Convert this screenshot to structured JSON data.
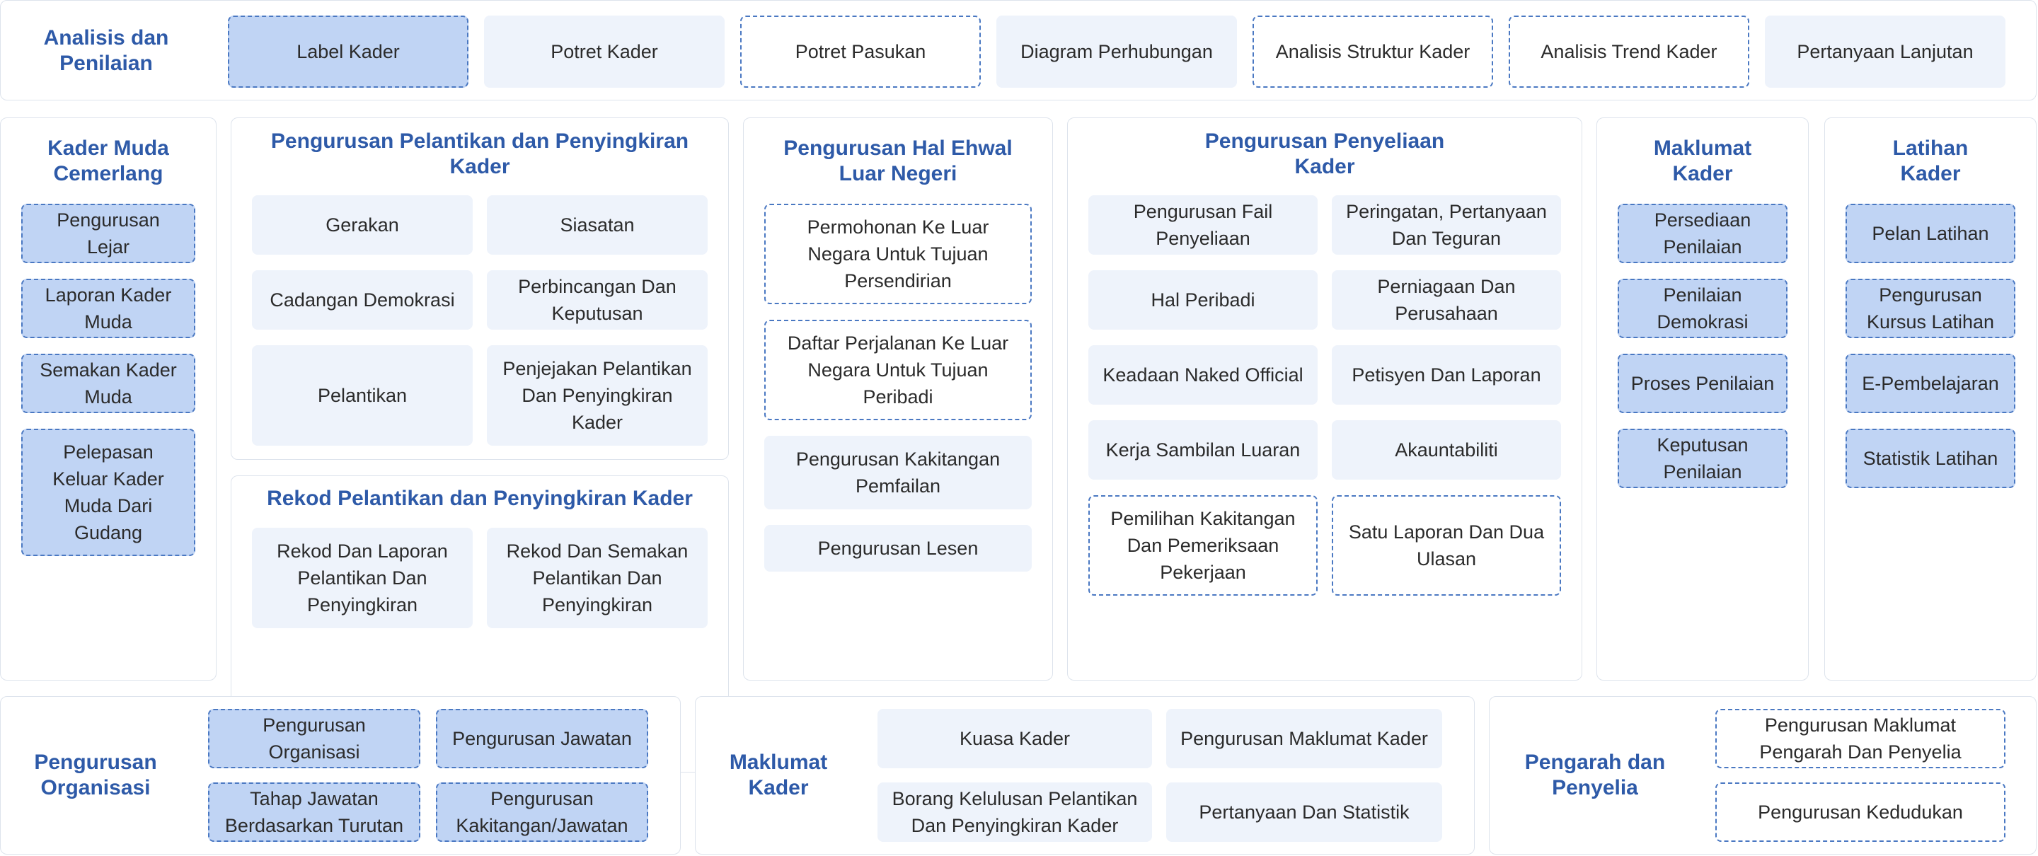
{
  "top": {
    "title": "Analisis dan\nPenilaian",
    "tabs": [
      "Label Kader",
      "Potret Kader",
      "Potret Pasukan",
      "Diagram Perhubungan",
      "Analisis Struktur Kader",
      "Analisis Trend Kader",
      "Pertanyaan Lanjutan"
    ]
  },
  "kader_muda": {
    "title": "Kader Muda\nCemerlang",
    "items": [
      "Pengurusan\nLejar",
      "Laporan Kader\nMuda",
      "Semakan Kader\nMuda",
      "Pelepasan\nKeluar Kader\nMuda Dari\nGudang"
    ]
  },
  "pelantikan": {
    "title": "Pengurusan Pelantikan dan Penyingkiran\nKader",
    "items": [
      "Gerakan",
      "Siasatan",
      "Cadangan Demokrasi",
      "Perbincangan Dan\nKeputusan",
      "Pelantikan",
      "Penjejakan Pelantikan\nDan Penyingkiran\nKader"
    ]
  },
  "rekod": {
    "title": "Rekod Pelantikan dan Penyingkiran Kader",
    "items": [
      "Rekod Dan Laporan\nPelantikan Dan\nPenyingkiran",
      "Rekod Dan Semakan\nPelantikan Dan\nPenyingkiran"
    ]
  },
  "luar_negeri": {
    "title": "Pengurusan Hal Ehwal\nLuar Negeri",
    "items": [
      "Permohonan Ke Luar\nNegara Untuk Tujuan\nPersendirian",
      "Daftar Perjalanan Ke Luar\nNegara Untuk Tujuan\nPeribadi",
      "Pengurusan Kakitangan\nPemfailan",
      "Pengurusan Lesen"
    ]
  },
  "penyeliaan": {
    "title": "Pengurusan Penyeliaan\nKader",
    "items": [
      "Pengurusan Fail\nPenyeliaan",
      "Peringatan, Pertanyaan\nDan Teguran",
      "Hal Peribadi",
      "Perniagaan Dan\nPerusahaan",
      "Keadaan Naked Official",
      "Petisyen Dan Laporan",
      "Kerja Sambilan Luaran",
      "Akauntabiliti",
      "Pemilihan Kakitangan\nDan Pemeriksaan\nPekerjaan",
      "Satu Laporan Dan Dua\nUlasan"
    ]
  },
  "maklumat_kader_col": {
    "title": "Maklumat\nKader",
    "items": [
      "Persediaan\nPenilaian",
      "Penilaian\nDemokrasi",
      "Proses Penilaian",
      "Keputusan\nPenilaian"
    ]
  },
  "latihan": {
    "title": "Latihan\nKader",
    "items": [
      "Pelan Latihan",
      "Pengurusan\nKursus Latihan",
      "E-Pembelajaran",
      "Statistik Latihan"
    ]
  },
  "organisasi": {
    "title": "Pengurusan\nOrganisasi",
    "items": [
      "Pengurusan\nOrganisasi",
      "Pengurusan Jawatan",
      "Tahap Jawatan\nBerdasarkan Turutan",
      "Pengurusan\nKakitangan/Jawatan"
    ]
  },
  "maklumat_bottom": {
    "title": "Maklumat\nKader",
    "items": [
      "Kuasa Kader",
      "Pengurusan Maklumat Kader",
      "Borang Kelulusan Pelantikan\nDan Penyingkiran Kader",
      "Pertanyaan Dan Statistik"
    ]
  },
  "pengarah": {
    "title": "Pengarah dan\nPenyelia",
    "items": [
      "Pengurusan Maklumat\nPengarah Dan Penyelia",
      "Pengurusan Kedudukan"
    ]
  }
}
